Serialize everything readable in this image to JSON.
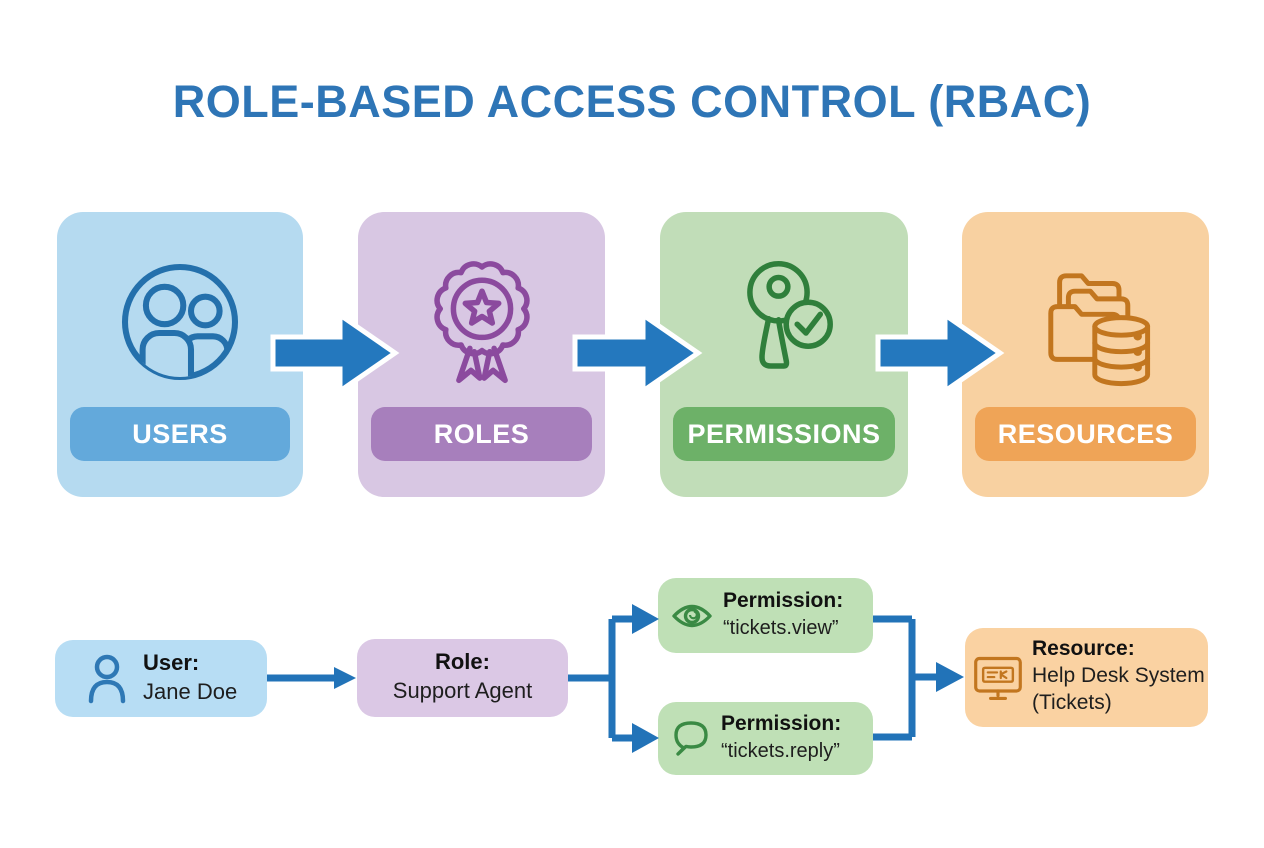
{
  "title": "ROLE-BASED ACCESS CONTROL (RBAC)",
  "colors": {
    "title_blue": "#2E75B6",
    "arrow_blue": "#2478BE",
    "connector_blue": "#2273B8",
    "users_box": "#B5DAF0",
    "users_pill": "#63A9DB",
    "users_icon": "#2470AC",
    "roles_box": "#D8C7E3",
    "roles_pill": "#A77FBC",
    "roles_icon": "#8B4A9E",
    "permissions_box": "#C1DDB8",
    "permissions_pill": "#6DB168",
    "permissions_icon": "#2F7F3B",
    "resources_box": "#F8D1A1",
    "resources_pill": "#EFA457",
    "resources_icon": "#C2761F"
  },
  "stages": [
    {
      "label": "USERS",
      "icon": "users-icon"
    },
    {
      "label": "ROLES",
      "icon": "badge-star-icon"
    },
    {
      "label": "PERMISSIONS",
      "icon": "key-check-icon"
    },
    {
      "label": "RESOURCES",
      "icon": "folders-database-icon"
    }
  ],
  "example": {
    "user": {
      "label": "User:",
      "value": "Jane Doe",
      "icon": "person-icon"
    },
    "role": {
      "label": "Role:",
      "value": "Support Agent"
    },
    "permission_view": {
      "label": "Permission:",
      "value": "“tickets.view”",
      "icon": "eye-icon"
    },
    "permission_reply": {
      "label": "Permission:",
      "value": "“tickets.reply”",
      "icon": "speech-bubble-icon"
    },
    "resource": {
      "label": "Resource:",
      "value_line1": "Help Desk System",
      "value_line2": "(Tickets)",
      "icon": "monitor-ticket-icon"
    }
  }
}
